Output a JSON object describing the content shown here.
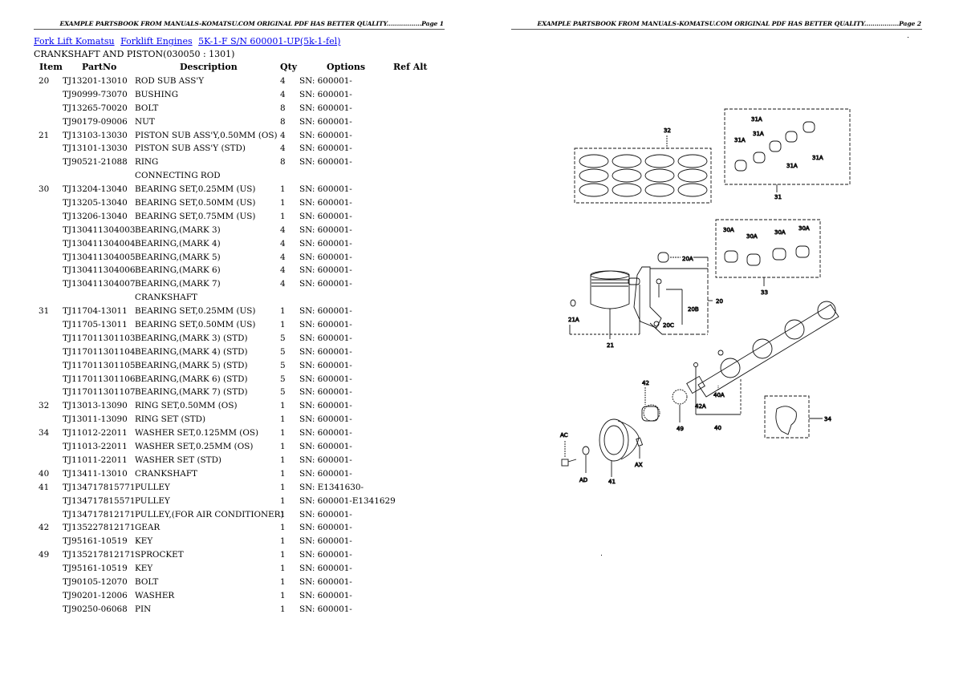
{
  "pages": [
    {
      "header": "EXAMPLE PARTSBOOK FROM MANUALS-KOMATSU.COM ORIGINAL PDF HAS BETTER QUALITY.................Page 1"
    },
    {
      "header": "EXAMPLE PARTSBOOK FROM MANUALS-KOMATSU.COM ORIGINAL PDF HAS BETTER QUALITY.................Page 2"
    }
  ],
  "breadcrumb": [
    {
      "label": "Fork Lift Komatsu"
    },
    {
      "label": "Forklift Engines"
    },
    {
      "label": "5K-1-F S/N 600001-UP(5k-1-fel)"
    }
  ],
  "section_title": "CRANKSHAFT AND PISTON(030050 : 1301)",
  "columns": {
    "item": "Item",
    "partno": "PartNo",
    "description": "Description",
    "qty": "Qty",
    "options": "Options",
    "refalt": "Ref Alt"
  },
  "rows": [
    {
      "item": "20",
      "partno": "TJ13201-13010",
      "desc": "ROD SUB ASS'Y",
      "qty": "4",
      "opt": "SN: 600001-"
    },
    {
      "item": "",
      "partno": "TJ90999-73070",
      "desc": "BUSHING",
      "qty": "4",
      "opt": "SN: 600001-"
    },
    {
      "item": "",
      "partno": "TJ13265-70020",
      "desc": "BOLT",
      "qty": "8",
      "opt": "SN: 600001-"
    },
    {
      "item": "",
      "partno": "TJ90179-09006",
      "desc": "NUT",
      "qty": "8",
      "opt": "SN: 600001-"
    },
    {
      "item": "21",
      "partno": "TJ13103-13030",
      "desc": "PISTON SUB ASS'Y,0.50MM (OS)",
      "qty": "4",
      "opt": "SN: 600001-"
    },
    {
      "item": "",
      "partno": "TJ13101-13030",
      "desc": "PISTON SUB ASS'Y (STD)",
      "qty": "4",
      "opt": "SN: 600001-"
    },
    {
      "item": "",
      "partno": "TJ90521-21088",
      "desc": "RING",
      "qty": "8",
      "opt": "SN: 600001-"
    },
    {
      "item": "",
      "partno": "",
      "desc": "CONNECTING ROD",
      "qty": "",
      "opt": ""
    },
    {
      "item": "30",
      "partno": "TJ13204-13040",
      "desc": "BEARING SET,0.25MM (US)",
      "qty": "1",
      "opt": "SN: 600001-"
    },
    {
      "item": "",
      "partno": "TJ13205-13040",
      "desc": "BEARING SET,0.50MM (US)",
      "qty": "1",
      "opt": "SN: 600001-"
    },
    {
      "item": "",
      "partno": "TJ13206-13040",
      "desc": "BEARING SET,0.75MM (US)",
      "qty": "1",
      "opt": "SN: 600001-"
    },
    {
      "item": "",
      "partno": "TJ130411304003",
      "desc": "BEARING,(MARK 3)",
      "qty": "4",
      "opt": "SN: 600001-"
    },
    {
      "item": "",
      "partno": "TJ130411304004",
      "desc": "BEARING,(MARK 4)",
      "qty": "4",
      "opt": "SN: 600001-"
    },
    {
      "item": "",
      "partno": "TJ130411304005",
      "desc": "BEARING,(MARK 5)",
      "qty": "4",
      "opt": "SN: 600001-"
    },
    {
      "item": "",
      "partno": "TJ130411304006",
      "desc": "BEARING,(MARK 6)",
      "qty": "4",
      "opt": "SN: 600001-"
    },
    {
      "item": "",
      "partno": "TJ130411304007",
      "desc": "BEARING,(MARK 7)",
      "qty": "4",
      "opt": "SN: 600001-"
    },
    {
      "item": "",
      "partno": "",
      "desc": "CRANKSHAFT",
      "qty": "",
      "opt": ""
    },
    {
      "item": "31",
      "partno": "TJ11704-13011",
      "desc": "BEARING SET,0.25MM (US)",
      "qty": "1",
      "opt": "SN: 600001-"
    },
    {
      "item": "",
      "partno": "TJ11705-13011",
      "desc": "BEARING SET,0.50MM (US)",
      "qty": "1",
      "opt": "SN: 600001-"
    },
    {
      "item": "",
      "partno": "TJ117011301103",
      "desc": "BEARING,(MARK 3) (STD)",
      "qty": "5",
      "opt": "SN: 600001-"
    },
    {
      "item": "",
      "partno": "TJ117011301104",
      "desc": "BEARING,(MARK 4) (STD)",
      "qty": "5",
      "opt": "SN: 600001-"
    },
    {
      "item": "",
      "partno": "TJ117011301105",
      "desc": "BEARING,(MARK 5) (STD)",
      "qty": "5",
      "opt": "SN: 600001-"
    },
    {
      "item": "",
      "partno": "TJ117011301106",
      "desc": "BEARING,(MARK 6) (STD)",
      "qty": "5",
      "opt": "SN: 600001-"
    },
    {
      "item": "",
      "partno": "TJ117011301107",
      "desc": "BEARING,(MARK 7) (STD)",
      "qty": "5",
      "opt": "SN: 600001-"
    },
    {
      "item": "32",
      "partno": "TJ13013-13090",
      "desc": "RING SET,0.50MM (OS)",
      "qty": "1",
      "opt": "SN: 600001-"
    },
    {
      "item": "",
      "partno": "TJ13011-13090",
      "desc": "RING SET (STD)",
      "qty": "1",
      "opt": "SN: 600001-"
    },
    {
      "item": "34",
      "partno": "TJ11012-22011",
      "desc": "WASHER SET,0.125MM (OS)",
      "qty": "1",
      "opt": "SN: 600001-"
    },
    {
      "item": "",
      "partno": "TJ11013-22011",
      "desc": "WASHER SET,0.25MM (OS)",
      "qty": "1",
      "opt": "SN: 600001-"
    },
    {
      "item": "",
      "partno": "TJ11011-22011",
      "desc": "WASHER SET (STD)",
      "qty": "1",
      "opt": "SN: 600001-"
    },
    {
      "item": "40",
      "partno": "TJ13411-13010",
      "desc": "CRANKSHAFT",
      "qty": "1",
      "opt": "SN: 600001-"
    },
    {
      "item": "41",
      "partno": "TJ134717815771",
      "desc": "PULLEY",
      "qty": "1",
      "opt": "SN: E1341630-"
    },
    {
      "item": "",
      "partno": "TJ134717815571",
      "desc": "PULLEY",
      "qty": "1",
      "opt": "SN: 600001-E1341629"
    },
    {
      "item": "",
      "partno": "TJ134717812171",
      "desc": "PULLEY,(FOR AIR CONDITIONER)",
      "qty": "1",
      "opt": "SN: 600001-"
    },
    {
      "item": "42",
      "partno": "TJ135227812171",
      "desc": "GEAR",
      "qty": "1",
      "opt": "SN: 600001-"
    },
    {
      "item": "",
      "partno": "TJ95161-10519",
      "desc": "KEY",
      "qty": "1",
      "opt": "SN: 600001-"
    },
    {
      "item": "49",
      "partno": "TJ135217812171",
      "desc": "SPROCKET",
      "qty": "1",
      "opt": "SN: 600001-"
    },
    {
      "item": "",
      "partno": "TJ95161-10519",
      "desc": "KEY",
      "qty": "1",
      "opt": "SN: 600001-"
    },
    {
      "item": "",
      "partno": "TJ90105-12070",
      "desc": "BOLT",
      "qty": "1",
      "opt": "SN: 600001-"
    },
    {
      "item": "",
      "partno": "TJ90201-12006",
      "desc": "WASHER",
      "qty": "1",
      "opt": "SN: 600001-"
    },
    {
      "item": "",
      "partno": "TJ90250-06068",
      "desc": "PIN",
      "qty": "1",
      "opt": "SN: 600001-"
    }
  ],
  "diagram": {
    "callouts": [
      "32",
      "31",
      "31A",
      "31A",
      "31A",
      "31A",
      "31A",
      "30A",
      "30A",
      "30A",
      "30A",
      "33",
      "20A",
      "20",
      "20B",
      "20C",
      "21",
      "21A",
      "42",
      "49",
      "42A",
      "40A",
      "40",
      "34",
      "AC",
      "AD",
      "41",
      "AX"
    ]
  }
}
